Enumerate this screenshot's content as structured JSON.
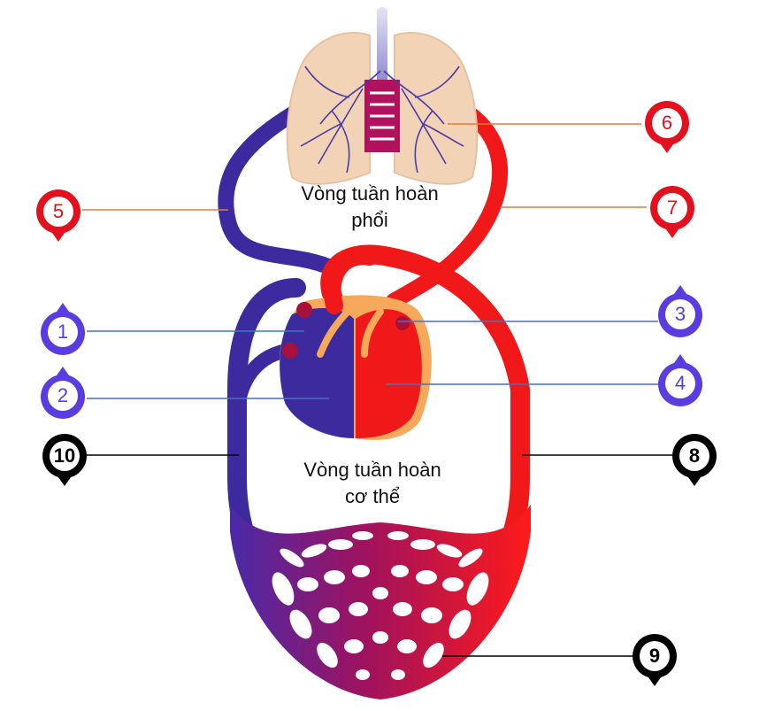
{
  "labels": {
    "pulmonary": [
      "Vòng tuần hoàn",
      "phổi"
    ],
    "systemic": [
      "Vòng tuần hoàn",
      "cơ thể"
    ]
  },
  "markers": [
    {
      "id": "1",
      "color": "purple"
    },
    {
      "id": "2",
      "color": "purple"
    },
    {
      "id": "3",
      "color": "purple"
    },
    {
      "id": "4",
      "color": "purple"
    },
    {
      "id": "5",
      "color": "red"
    },
    {
      "id": "6",
      "color": "red"
    },
    {
      "id": "7",
      "color": "red"
    },
    {
      "id": "8",
      "color": "black"
    },
    {
      "id": "9",
      "color": "black"
    },
    {
      "id": "10",
      "color": "black"
    }
  ],
  "colors": {
    "oxygenated": "#f01818",
    "deoxygenated": "#3d2a9e",
    "marker_red": "#e3101e",
    "marker_purple": "#5a3ce0",
    "marker_black": "#000000",
    "lung": "#f3d3b5",
    "heart_outer": "#f6a95a"
  }
}
